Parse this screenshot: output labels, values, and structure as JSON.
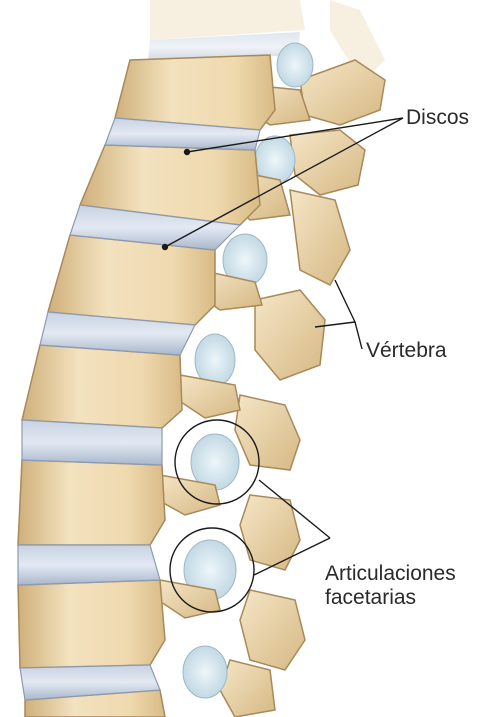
{
  "labels": {
    "discs": "Discos",
    "vertebra": "Vértebra",
    "facet_joints_line1": "Articulaciones",
    "facet_joints_line2": "facetarias"
  },
  "colors": {
    "bone": "#f0dcb4",
    "bone_shadow": "#d9bd8a",
    "bone_outline": "#a8895a",
    "disc": "#b9c6d8",
    "disc_highlight": "#dbe3ee",
    "cartilage": "#d6e8ef",
    "leader_line": "#1a1a1a",
    "text": "#2a2a2a"
  }
}
